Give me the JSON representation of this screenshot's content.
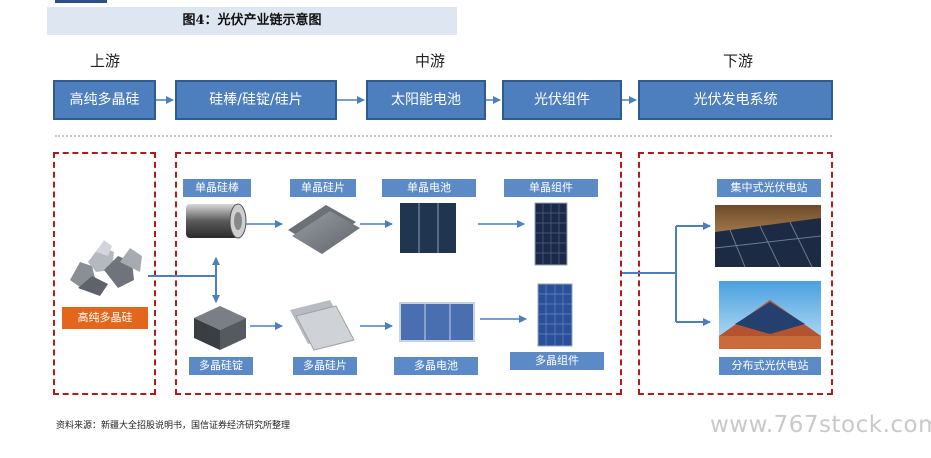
{
  "figure_title": "图4：光伏产业链示意图",
  "stages": {
    "upstream": "上游",
    "midstream": "中游",
    "downstream": "下游"
  },
  "chain": [
    "高纯多晶硅",
    "硅棒/硅锭/硅片",
    "太阳能电池",
    "光伏组件",
    "光伏发电系统"
  ],
  "upstream_product": "高纯多晶硅",
  "mono_row": [
    "单晶硅棒",
    "单晶硅片",
    "单晶电池",
    "单晶组件"
  ],
  "poly_row": [
    "多晶硅锭",
    "多晶硅片",
    "多晶电池",
    "多晶组件"
  ],
  "stations": [
    "集中式光伏电站",
    "分布式光伏电站"
  ],
  "source": "资料来源：新疆大全招股说明书，国信证券经济研究所整理",
  "watermark": "www.767stock.com",
  "colors": {
    "chain_fill": "#4d7fbe",
    "label_fill": "#5b8ac7",
    "dashed_border": "#b31b1b",
    "accent_orange": "#e2671d",
    "title_band": "#dde6f1"
  }
}
